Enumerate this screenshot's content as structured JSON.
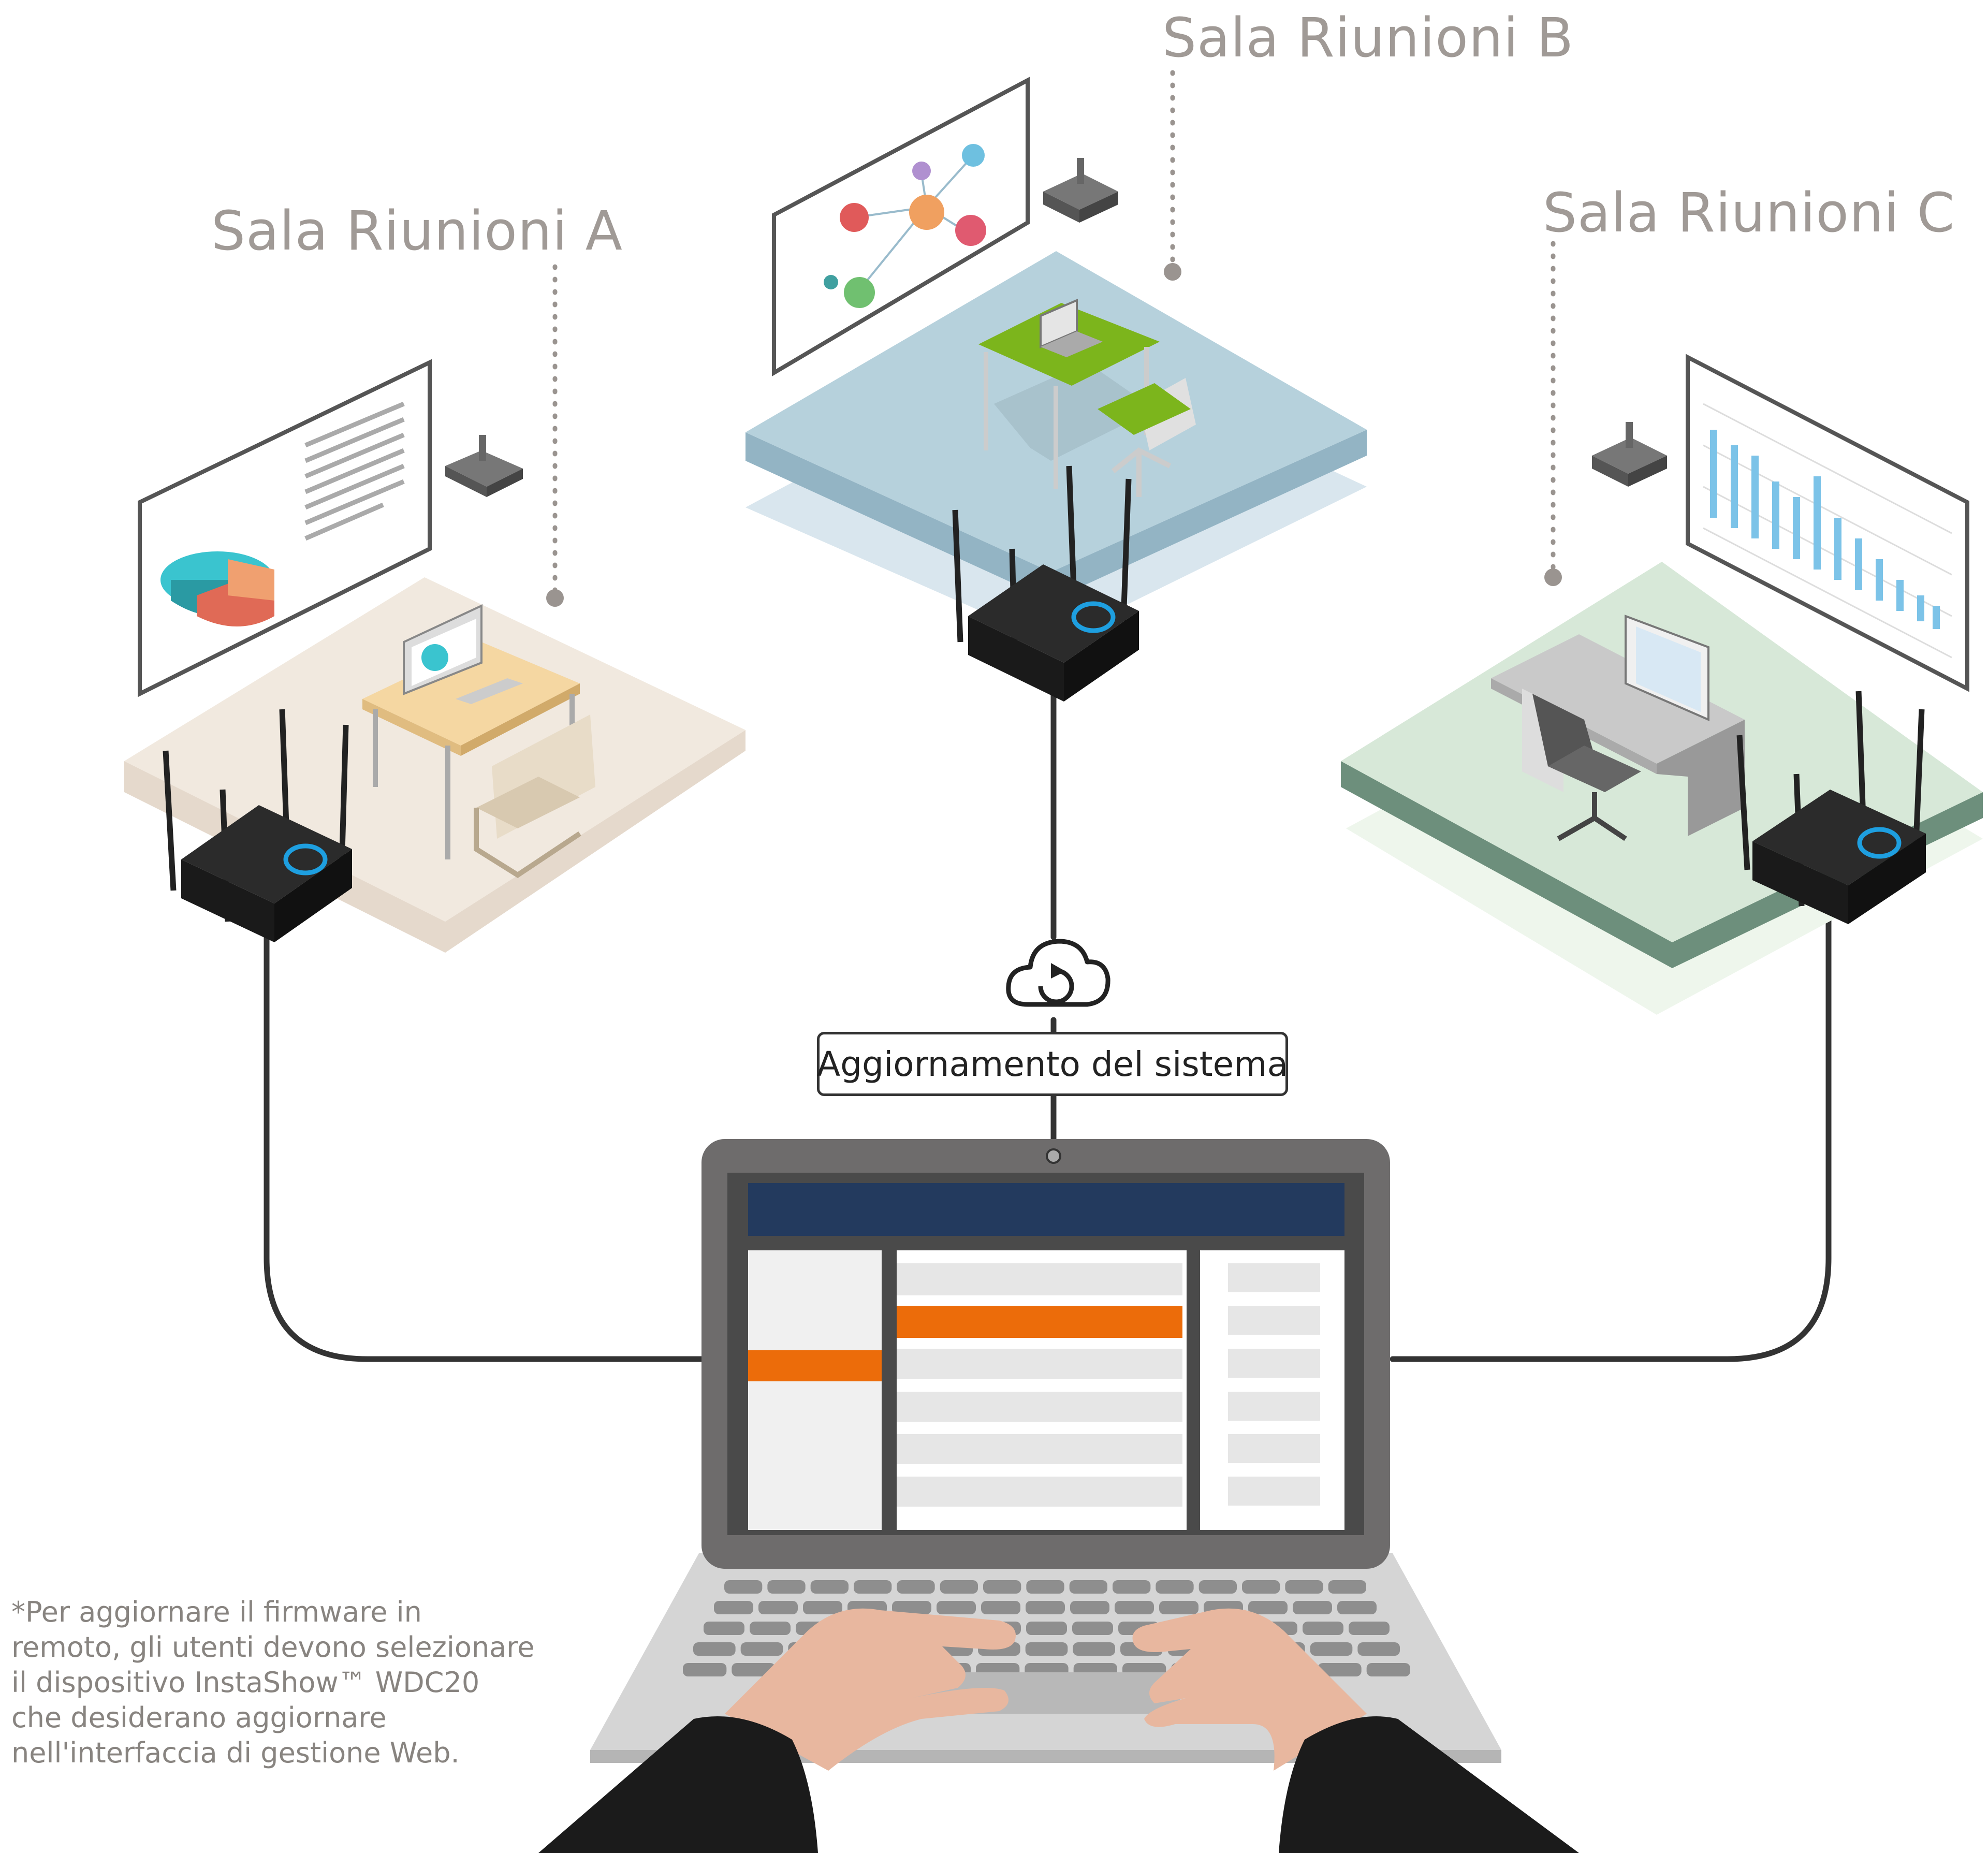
{
  "rooms": {
    "a": {
      "label": "Sala Riunioni A"
    },
    "b": {
      "label": "Sala Riunioni B"
    },
    "c": {
      "label": "Sala Riunioni C"
    }
  },
  "update": {
    "label": "Aggiornamento del sistema"
  },
  "footnote": {
    "lines": [
      "*Per aggiornare il firmware in",
      "remoto, gli utenti devono selezionare",
      "il dispositivo InstaShow™ WDC20",
      "che desiderano aggiornare",
      "nell'interfaccia di gestione Web."
    ]
  },
  "colors": {
    "label": "#a09a96",
    "room_a_floor": "#f1e9df",
    "room_b_floor": "#b6d1dc",
    "room_c_floor": "#d7e8d8",
    "cable": "#333333",
    "device": "#222222",
    "device_ring": "#1e9fe0",
    "laptop_frame": "#6e6c6c",
    "web_header": "#233a5e",
    "web_highlight": "#ec6c0a",
    "skin": "#e8b79f"
  }
}
